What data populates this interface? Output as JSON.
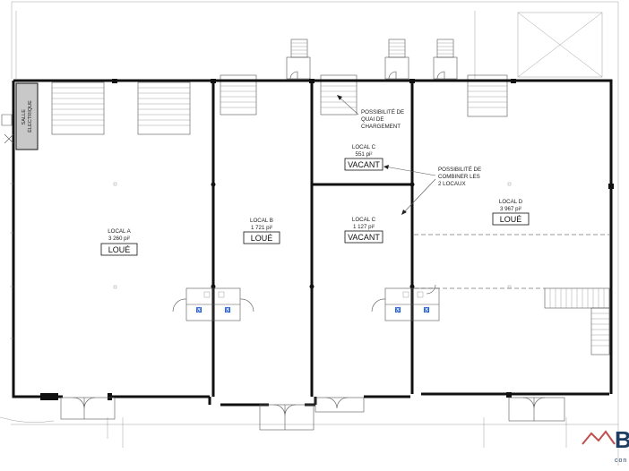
{
  "rooms": {
    "electrical": {
      "label_1": "SALLE",
      "label_2": "ÉLECTRIQUE"
    },
    "local_a": {
      "name": "LOCAL A",
      "area": "3 260 pi²",
      "status": "LOUÉ"
    },
    "local_b": {
      "name": "LOCAL B",
      "area": "1 721 pi²",
      "status": "LOUÉ"
    },
    "local_c_top": {
      "name": "LOCAL C",
      "area": "551 pi²",
      "status": "VACANT"
    },
    "local_c_bottom": {
      "name": "LOCAL C",
      "area": "1 127 pi²",
      "status": "VACANT"
    },
    "local_d": {
      "name": "LOCAL D",
      "area": "3 967 pi²",
      "status": "LOUÉ"
    }
  },
  "notes": {
    "loading_dock": {
      "line1": "POSSIBILITÉ DE",
      "line2": "QUAI DE",
      "line3": "CHARGEMENT"
    },
    "combine": {
      "line1": "POSSIBILITÉ DE",
      "line2": "COMBINER LES",
      "line3": "2 LOCAUX"
    }
  },
  "logo": {
    "text": "BL",
    "sub": "con"
  },
  "colors": {
    "wall": "#111111",
    "electrical_room": "#c8c8c8",
    "logo": "#1f3d63",
    "logo_mark": "#c0504d"
  }
}
